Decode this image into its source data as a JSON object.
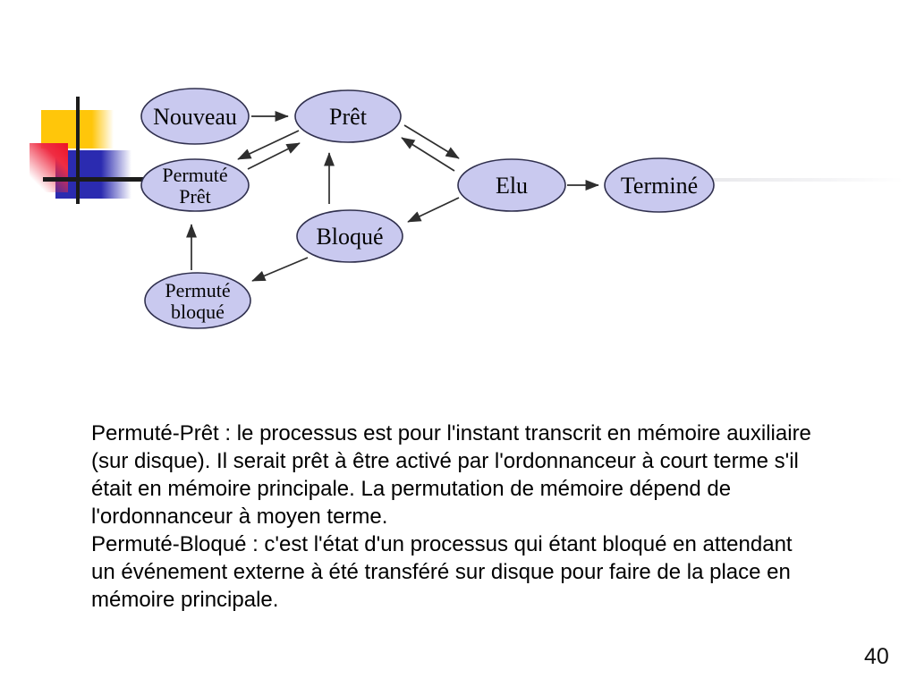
{
  "slide": {
    "page_number": "40"
  },
  "diagram": {
    "type": "state-diagram",
    "nodes": {
      "nouveau": {
        "label": "Nouveau"
      },
      "pret": {
        "label": "Prêt"
      },
      "permute_pret": {
        "line1": "Permuté",
        "line2": "Prêt"
      },
      "elu": {
        "label": "Elu"
      },
      "termine": {
        "label": "Terminé"
      },
      "bloque": {
        "label": "Bloqué"
      },
      "permute_bloque": {
        "line1": "Permuté",
        "line2": "bloqué"
      }
    },
    "edges": [
      {
        "from": "Nouveau",
        "to": "Prêt"
      },
      {
        "from": "Prêt",
        "to": "Permuté Prêt"
      },
      {
        "from": "Permuté Prêt",
        "to": "Prêt"
      },
      {
        "from": "Bloqué",
        "to": "Prêt"
      },
      {
        "from": "Prêt",
        "to": "Elu"
      },
      {
        "from": "Elu",
        "to": "Prêt"
      },
      {
        "from": "Elu",
        "to": "Bloqué"
      },
      {
        "from": "Elu",
        "to": "Terminé"
      },
      {
        "from": "Bloqué",
        "to": "Permuté bloqué"
      },
      {
        "from": "Permuté bloqué",
        "to": "Permuté Prêt"
      }
    ],
    "colors": {
      "node_fill": "#c9c9ef",
      "node_stroke": "#30304e",
      "arrow": "#2e2e2e"
    }
  },
  "body": {
    "lines": [
      "Permuté-Prêt : le processus est pour l'instant transcrit en mémoire auxiliaire",
      "(sur disque). Il serait prêt à être activé par l'ordonnanceur à court terme s'il",
      "était en mémoire principale. La permutation de mémoire dépend de",
      "l'ordonnanceur à moyen terme.",
      "Permuté-Bloqué : c'est l'état d'un processus qui étant bloqué en attendant",
      "un événement externe à été transféré sur disque pour faire de la place en",
      "mémoire principale."
    ]
  },
  "decoration": {
    "colors": {
      "yellow_square": "#ffc60a",
      "blue_square": "#2b2bb0",
      "red_square": "#ee1326",
      "cross_lines": "#1b1b1b"
    }
  }
}
